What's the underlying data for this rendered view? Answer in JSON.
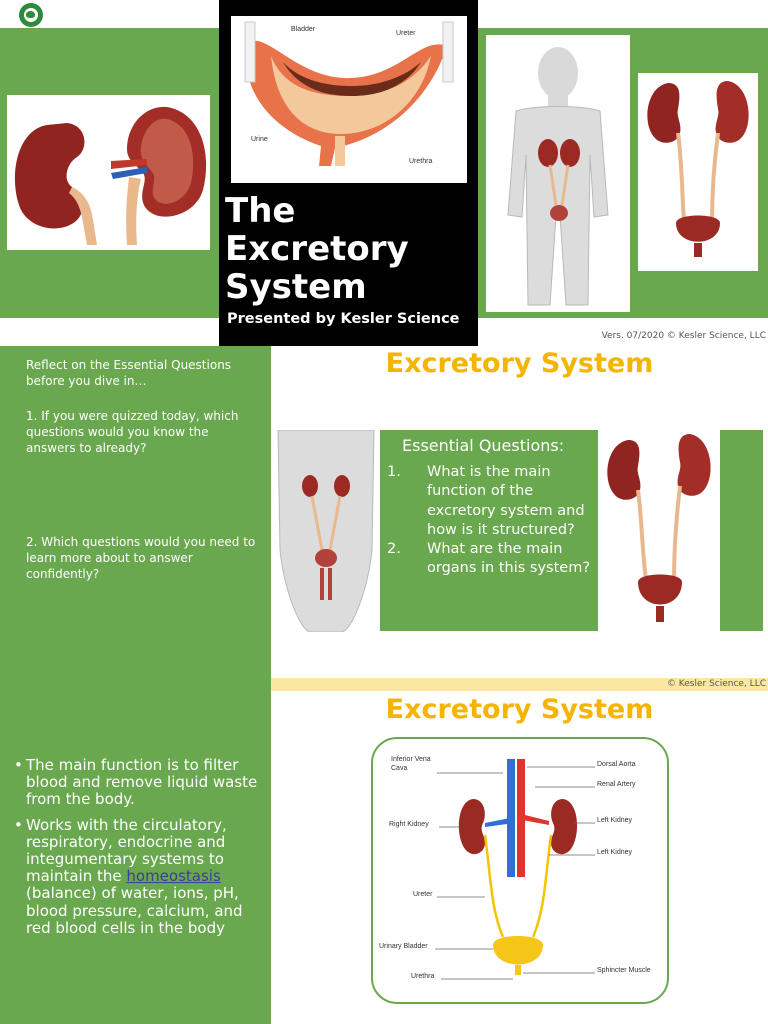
{
  "slide1": {
    "title_lines": [
      "The",
      "Excretory",
      "System"
    ],
    "presenter": "Presented by Kesler Science",
    "version": "Vers. 07/2020  © Kesler Science, LLC",
    "bladder_labels": {
      "bladder": "Bladder",
      "ureter": "Ureter",
      "urine": "Urine",
      "urethra": "Urethra"
    }
  },
  "slide2": {
    "title": "Excretory System",
    "reflect": {
      "intro": "Reflect on the Essential Questions before you dive in…",
      "q1": "1. If you were quizzed today, which questions would you know the answers to already?",
      "q2": "2. Which questions would you need to learn more about to answer confidently?"
    },
    "essential": {
      "heading": "Essential Questions:",
      "items": [
        {
          "num": "1.",
          "text": "What is the main function of the excretory system and how is it structured?"
        },
        {
          "num": "2.",
          "text": "What are the main organs in this system?"
        }
      ]
    },
    "copyright": "© Kesler Science, LLC"
  },
  "slide3": {
    "title": "Excretory System",
    "bullets": {
      "b1": "The main function is to filter blood and remove liquid waste from the body.",
      "b2_before": "Works with the circulatory, respiratory, endocrine and integumentary systems to maintain the ",
      "b2_link": "homeostasis",
      "b2_after": " (balance) of water, ions, pH, blood pressure, calcium, and red blood cells in the body"
    },
    "diagram_labels": {
      "ivc": "Inferior Vena Cava",
      "aorta": "Dorsal Aorta",
      "renal_artery": "Renal Artery",
      "right_kidney": "Right Kidney",
      "left_kidney": "Left Kidney",
      "left_kidney_2": "Left Kidney",
      "ureter": "Ureter",
      "bladder": "Urinary Bladder",
      "urethra": "Urethra",
      "sphincter": "Sphincter Muscle"
    }
  },
  "colors": {
    "green": "#6aa84f",
    "gold": "#f4b400",
    "black": "#000000",
    "kidney": "#9b2a25",
    "ureter": "#f3b942"
  }
}
